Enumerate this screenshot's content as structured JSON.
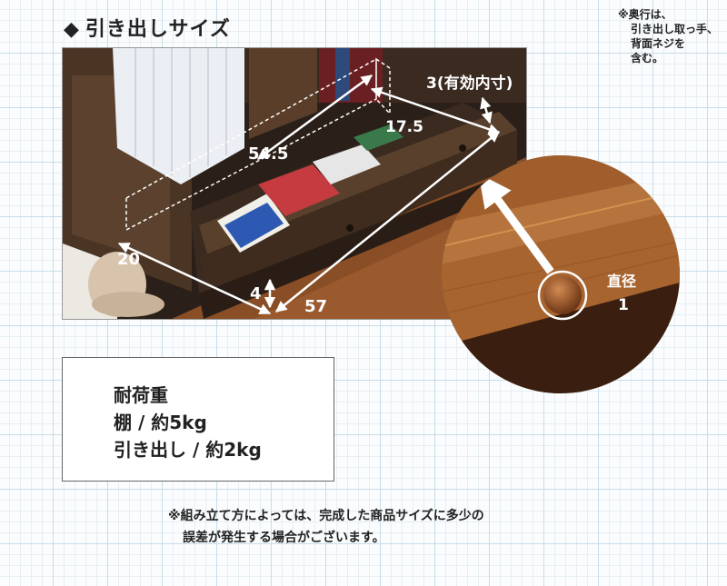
{
  "heading": {
    "marker": "◆",
    "title": "引き出しサイズ"
  },
  "top_note": [
    "※奥行は、",
    "引き出し取っ手、",
    "背面ネジを",
    "含む。"
  ],
  "dimensions": {
    "depth_inner": "3(有効内寸)",
    "inner_width": "54.5",
    "inner_depth": "17.5",
    "depth": "20",
    "height": "4",
    "width": "57",
    "knob_label": "直径",
    "knob_value": "1"
  },
  "load": {
    "title": "耐荷重",
    "shelf": "棚 / 約5kg",
    "drawer": "引き出し / 約2kg"
  },
  "bottom_note": [
    "※組み立て方によっては、完成した商品サイズに多少の",
    "誤差が発生する場合がございます。"
  ]
}
